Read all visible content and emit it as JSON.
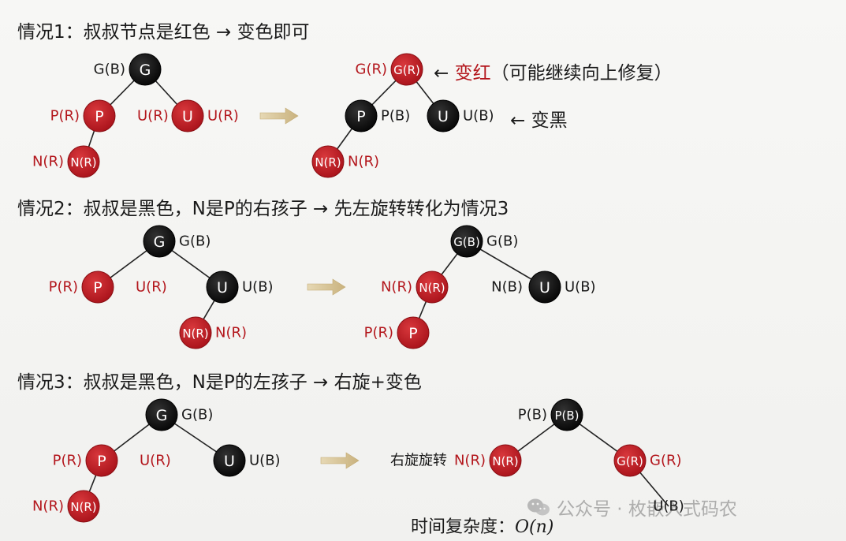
{
  "headings": {
    "case1": "情况1：叔叔节点是红色 → 变色即可",
    "case2": "情况2：叔叔是黑色，N是P的右孩子 → 先左旋转转化为情况3",
    "case3": "情况3：叔叔是黑色，N是P的左孩子 → 右旋+变色"
  },
  "annotations": {
    "arrow_left": "←",
    "turn_red": "变红",
    "turn_red_note": "（可能继续向上修复）",
    "turn_black": "← 变黑",
    "rotate_right": "右旋旋转"
  },
  "complexity": {
    "label": "时间复杂度：",
    "value": "O(n)"
  },
  "watermark": {
    "text": "公众号 · 枚嵌入式码农",
    "icon": "wechat-icon"
  },
  "colors": {
    "red_node": "#c41a1f",
    "black_node": "#111111",
    "red_text": "#b3161c",
    "black_text": "#1a1a1a",
    "arrow": "#d8c49a"
  },
  "diagrams": [
    {
      "id": "case1-before",
      "nodes": [
        {
          "id": "G",
          "label": "G",
          "color": "black",
          "side_label": "G(B)",
          "side_color": "black"
        },
        {
          "id": "P",
          "label": "P",
          "color": "red",
          "side_label": "P(R)",
          "side_color": "red"
        },
        {
          "id": "U",
          "label": "U",
          "color": "red",
          "side_label": "U(R)",
          "side_color": "red"
        },
        {
          "id": "N",
          "label": "N(R)",
          "color": "red",
          "side_label": "N(R)",
          "side_color": "red"
        }
      ],
      "extra_labels": [
        {
          "text": "U(R)",
          "color": "red"
        }
      ]
    },
    {
      "id": "case1-after",
      "nodes": [
        {
          "id": "G",
          "label": "G(R)",
          "color": "red",
          "side_label": "G(R)",
          "side_color": "red"
        },
        {
          "id": "P",
          "label": "P",
          "color": "black",
          "side_label": "P(B)",
          "side_color": "black"
        },
        {
          "id": "U",
          "label": "U",
          "color": "black",
          "side_label": "U(B)",
          "side_color": "black"
        },
        {
          "id": "N",
          "label": "N(R)",
          "color": "red",
          "side_label": "N(R)",
          "side_color": "red"
        }
      ]
    },
    {
      "id": "case2-before",
      "nodes": [
        {
          "id": "G",
          "label": "G",
          "color": "black",
          "side_label": "G(B)",
          "side_color": "black"
        },
        {
          "id": "P",
          "label": "P",
          "color": "red",
          "side_label": "P(R)",
          "side_color": "red"
        },
        {
          "id": "U",
          "label": "U",
          "color": "black",
          "side_label": "U(B)",
          "side_color": "black"
        },
        {
          "id": "N",
          "label": "N(R)",
          "color": "red",
          "side_label": "N(R)",
          "side_color": "red"
        }
      ],
      "extra_labels": [
        {
          "text": "U(R)",
          "color": "red"
        }
      ]
    },
    {
      "id": "case2-after",
      "nodes": [
        {
          "id": "G",
          "label": "G(B)",
          "color": "black",
          "side_label": "G(B)",
          "side_color": "black"
        },
        {
          "id": "N",
          "label": "N(R)",
          "color": "red",
          "side_label": "N(R)",
          "side_color": "red"
        },
        {
          "id": "U",
          "label": "U",
          "color": "black",
          "side_label": "U(B)",
          "side_color": "black"
        },
        {
          "id": "P",
          "label": "P",
          "color": "red",
          "side_label": "P(R)",
          "side_color": "red"
        }
      ],
      "extra_labels": [
        {
          "text": "N(B)",
          "color": "black"
        }
      ]
    },
    {
      "id": "case3-before",
      "nodes": [
        {
          "id": "G",
          "label": "G",
          "color": "black",
          "side_label": "G(B)",
          "side_color": "black"
        },
        {
          "id": "P",
          "label": "P",
          "color": "red",
          "side_label": "P(R)",
          "side_color": "red"
        },
        {
          "id": "U",
          "label": "U",
          "color": "black",
          "side_label": "U(B)",
          "side_color": "black"
        },
        {
          "id": "N",
          "label": "N(R)",
          "color": "red",
          "side_label": "N(R)",
          "side_color": "red"
        }
      ],
      "extra_labels": [
        {
          "text": "U(R)",
          "color": "red"
        }
      ]
    },
    {
      "id": "case3-after",
      "nodes": [
        {
          "id": "P",
          "label": "P(B)",
          "color": "black",
          "side_label": "P(B)",
          "side_color": "black"
        },
        {
          "id": "N",
          "label": "N(R)",
          "color": "red",
          "side_label": "N(R)",
          "side_color": "red"
        },
        {
          "id": "G",
          "label": "G(R)",
          "color": "red",
          "side_label": "G(R)",
          "side_color": "red"
        },
        {
          "id": "U",
          "label": "U(B)",
          "color": "none",
          "side_label": "",
          "side_color": "black"
        }
      ]
    }
  ]
}
